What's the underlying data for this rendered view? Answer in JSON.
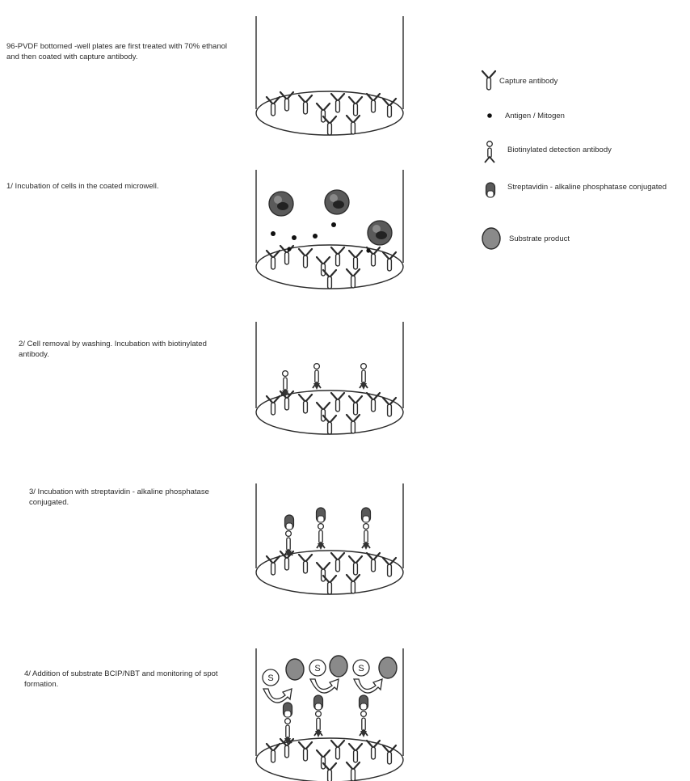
{
  "steps": [
    {
      "text": "96-PVDF bottomed -well plates are first treated with 70% ethanol and then coated with capture antibody."
    },
    {
      "text": "1/ Incubation of cells in the coated microwell."
    },
    {
      "text": "2/ Cell removal by washing. Incubation with biotinylated antibody."
    },
    {
      "text": "3/ Incubation with streptavidin - alkaline phosphatase conjugated."
    },
    {
      "text": "4/ Addition of substrate BCIP/NBT and monitoring of spot formation."
    }
  ],
  "legend": [
    {
      "icon": "capture-antibody-icon",
      "label": "Capture antibody"
    },
    {
      "icon": "antigen-dot-icon",
      "label": "Antigen / Mitogen"
    },
    {
      "icon": "biotinylated-antibody-icon",
      "label": "Biotinylated detection antibody"
    },
    {
      "icon": "streptavidin-conjugate-icon",
      "label": "Streptavidin - alkaline phosphatase conjugated"
    },
    {
      "icon": "substrate-product-icon",
      "label": "Substrate product"
    }
  ],
  "substrate_symbol": "S",
  "colors": {
    "stroke": "#2a2a2a",
    "gray": "#8a8a8a",
    "dark": "#333333"
  }
}
